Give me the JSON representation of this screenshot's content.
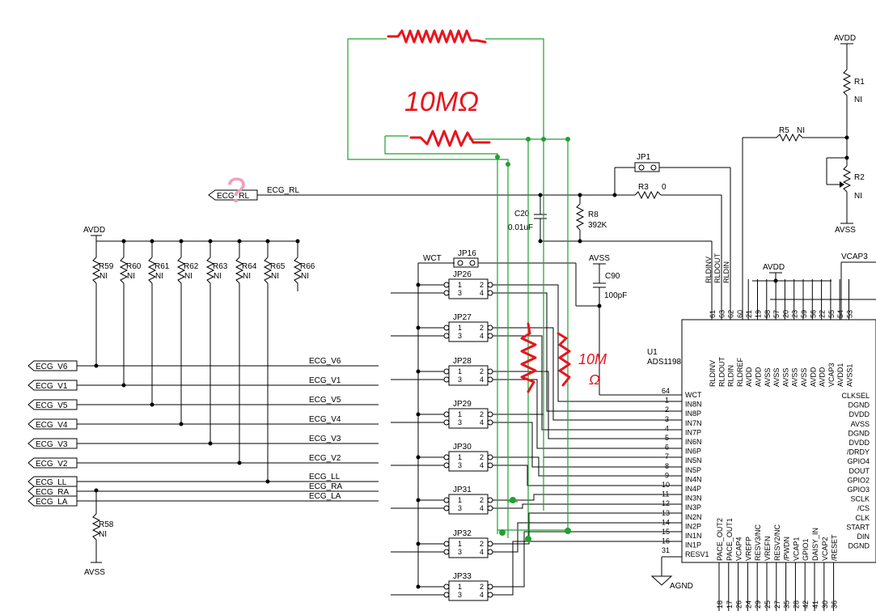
{
  "power": {
    "avdd_left": "AVDD",
    "avdd_top_right": "AVDD",
    "avdd_chip": "AVDD",
    "avss_right": "AVSS",
    "avss_c90": "AVSS",
    "avss_left": "AVSS",
    "vcap3": "VCAP3",
    "agnd": "AGND"
  },
  "left_resistors": [
    {
      "ref": "R59",
      "val": "NI"
    },
    {
      "ref": "R60",
      "val": "NI"
    },
    {
      "ref": "R61",
      "val": "NI"
    },
    {
      "ref": "R62",
      "val": "NI"
    },
    {
      "ref": "R63",
      "val": "NI"
    },
    {
      "ref": "R64",
      "val": "NI"
    },
    {
      "ref": "R65",
      "val": "NI"
    },
    {
      "ref": "R66",
      "val": "NI"
    }
  ],
  "ports": [
    "ECG_V6",
    "ECG_V1",
    "ECG_V5",
    "ECG_V4",
    "ECG_V3",
    "ECG_V2",
    "ECG_LL",
    "ECG_RA",
    "ECG_LA"
  ],
  "nets": [
    "ECG_V6",
    "ECG_V1",
    "ECG_V5",
    "ECG_V4",
    "ECG_V3",
    "ECG_V2",
    "ECG_LL",
    "ECG_RA",
    "ECG_LA"
  ],
  "ecg_rl": {
    "port": "ECG_RL",
    "net": "ECG_RL"
  },
  "r58": {
    "ref": "R58",
    "val": "NI"
  },
  "wct": "WCT",
  "jumpers": {
    "jp16": "JP16",
    "jp1": "JP1",
    "blocks": [
      "JP26",
      "JP27",
      "JP28",
      "JP29",
      "JP30",
      "JP31",
      "JP32",
      "JP33"
    ],
    "pins": [
      "1",
      "2",
      "3",
      "4"
    ]
  },
  "parts": {
    "c20": {
      "ref": "C20",
      "val": "0.01uF"
    },
    "r8": {
      "ref": "R8",
      "val": "392K"
    },
    "r3": {
      "ref": "R3",
      "val": "0"
    },
    "c90": {
      "ref": "C90",
      "val": "100pF"
    },
    "r1": {
      "ref": "R1",
      "val": "NI"
    },
    "r2": {
      "ref": "R2",
      "val": "NI"
    },
    "r5": {
      "ref": "R5",
      "val": "NI"
    }
  },
  "rl_nets": [
    "RLDINV",
    "RLDOUT",
    "RLDIN"
  ],
  "chip": {
    "ref": "U1",
    "part": "ADS1198",
    "top_pins": [
      {
        "num": "61",
        "name": "RLDINV"
      },
      {
        "num": "63",
        "name": "RLDOUT"
      },
      {
        "num": "62",
        "name": "RLDIN"
      },
      {
        "num": "60",
        "name": "RLDREF"
      },
      {
        "num": "21",
        "name": "AVDD"
      },
      {
        "num": "19",
        "name": "AVDD"
      },
      {
        "num": "58",
        "name": "AVSS"
      },
      {
        "num": "57",
        "name": "AVSS"
      },
      {
        "num": "20",
        "name": "AVSS"
      },
      {
        "num": "23",
        "name": "AVSS"
      },
      {
        "num": "59",
        "name": "AVSS"
      },
      {
        "num": "56",
        "name": "AVDD"
      },
      {
        "num": "22",
        "name": "AVDD"
      },
      {
        "num": "55",
        "name": "VCAP3"
      },
      {
        "num": "54",
        "name": "AVDD1"
      },
      {
        "num": "53",
        "name": "AVSS1"
      }
    ],
    "left_pins": [
      {
        "num": "64",
        "name": "WCT"
      },
      {
        "num": "1",
        "name": "IN8N"
      },
      {
        "num": "2",
        "name": "IN8P"
      },
      {
        "num": "3",
        "name": "IN7N"
      },
      {
        "num": "4",
        "name": "IN7P"
      },
      {
        "num": "5",
        "name": "IN6N"
      },
      {
        "num": "6",
        "name": "IN6P"
      },
      {
        "num": "7",
        "name": "IN5N"
      },
      {
        "num": "8",
        "name": "IN5P"
      },
      {
        "num": "9",
        "name": "IN4N"
      },
      {
        "num": "10",
        "name": "IN4P"
      },
      {
        "num": "11",
        "name": "IN3N"
      },
      {
        "num": "12",
        "name": "IN3P"
      },
      {
        "num": "13",
        "name": "IN2N"
      },
      {
        "num": "14",
        "name": "IN2P"
      },
      {
        "num": "15",
        "name": "IN1N"
      },
      {
        "num": "16",
        "name": "IN1P"
      },
      {
        "num": "31",
        "name": "RESV1"
      }
    ],
    "right_pins": [
      "CLKSEL",
      "DGND",
      "DVDD",
      "AVSS",
      "DGND",
      "DVDD",
      "/DRDY",
      "GPIO4",
      "DOUT",
      "GPIO2",
      "GPIO3",
      "SCLK",
      "/CS",
      "CLK",
      "START",
      "DIN",
      "DGND"
    ],
    "bottom_pins": [
      {
        "num": "18",
        "name": "PACE_OUT2"
      },
      {
        "num": "17",
        "name": "PACE_OUT1"
      },
      {
        "num": "26",
        "name": "VCAP4"
      },
      {
        "num": "24",
        "name": "VREFP"
      },
      {
        "num": "29",
        "name": "RESV3/NC"
      },
      {
        "num": "25",
        "name": "VREFN"
      },
      {
        "num": "27",
        "name": "RESV2/NC"
      },
      {
        "num": "35",
        "name": "/PWDN"
      },
      {
        "num": "28",
        "name": "VCAP1"
      },
      {
        "num": "42",
        "name": "GPIO1"
      },
      {
        "num": "41",
        "name": "DAISY_IN"
      },
      {
        "num": "30",
        "name": "VCAP2"
      },
      {
        "num": "36",
        "name": "/RESET"
      }
    ]
  },
  "handwritten": {
    "top_value": "10MΩ",
    "question": "?",
    "side_value": "10M",
    "side_unit": "Ω"
  },
  "colors": {
    "annotation_red": "#e8141e",
    "annotation_green": "#20a030",
    "pink": "#f0a0b8"
  }
}
